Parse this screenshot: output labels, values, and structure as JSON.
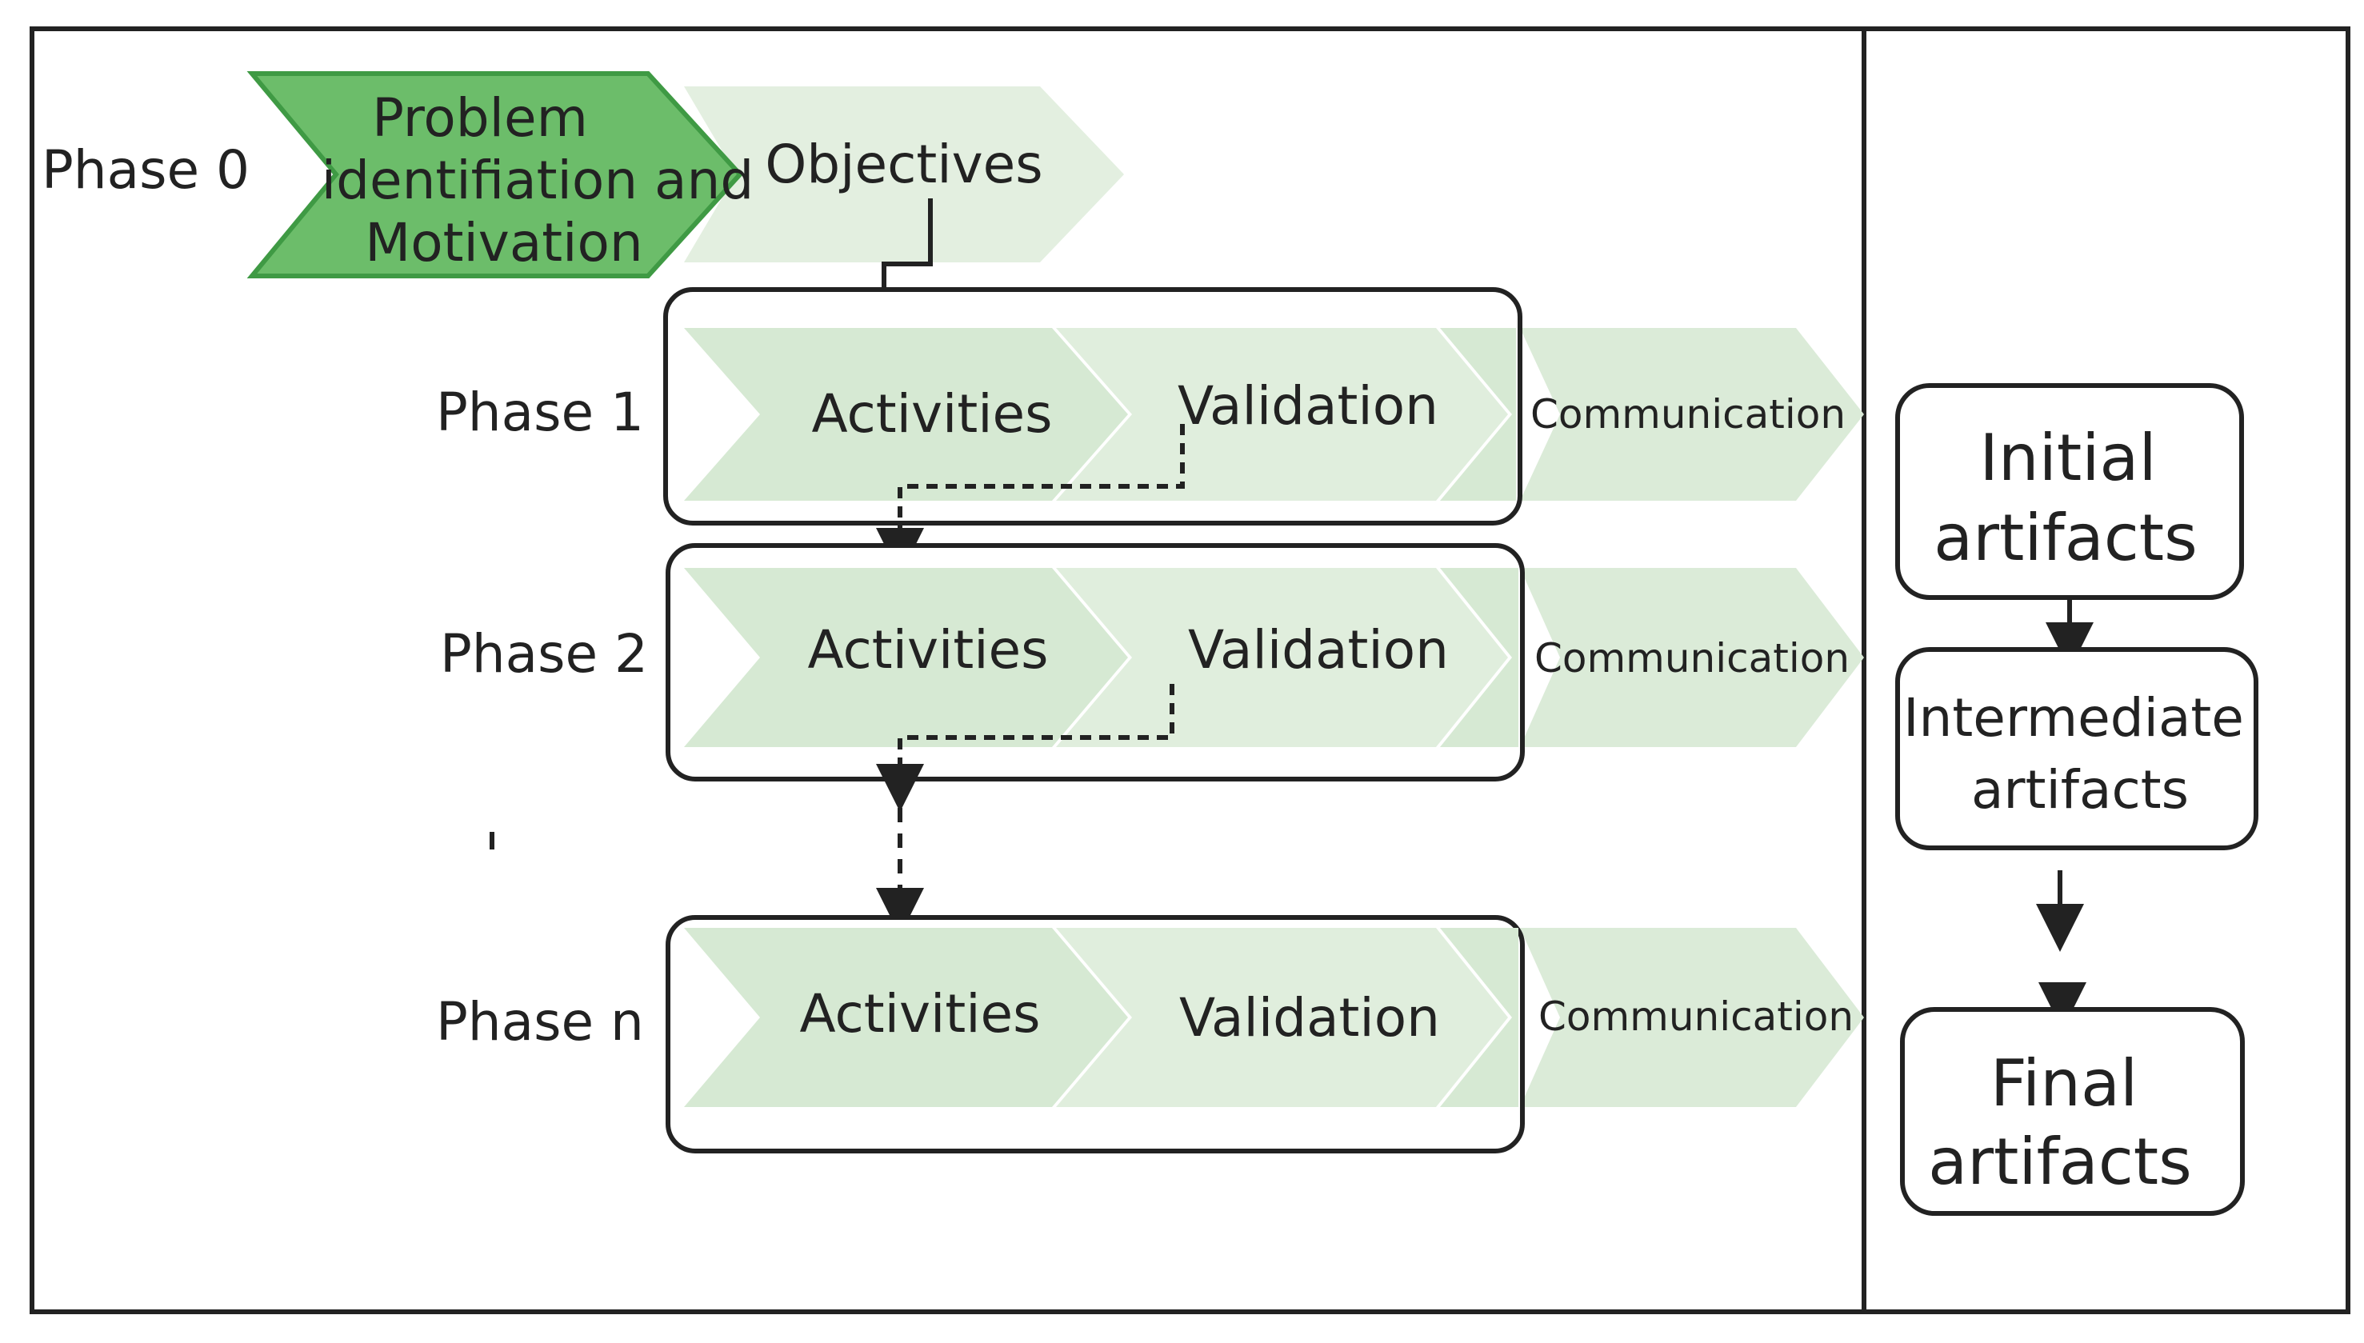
{
  "phase0": {
    "label": "Phase 0",
    "problem": [
      "Problem",
      "identifiation and",
      "Motivation"
    ],
    "objectives": "Objectives"
  },
  "phases": [
    {
      "label": "Phase 1",
      "activities": "Activities",
      "validation": "Validation",
      "communication": "Communication"
    },
    {
      "label": "Phase 2",
      "activities": "Activities",
      "validation": "Validation",
      "communication": "Communication"
    },
    {
      "label": "Phase n",
      "activities": "Activities",
      "validation": "Validation",
      "communication": "Communication"
    }
  ],
  "artifacts": {
    "initial": [
      "Initial",
      "artifacts"
    ],
    "intermediate": [
      "Intermediate",
      "artifacts"
    ],
    "final": [
      "Final",
      "artifacts"
    ]
  },
  "colors": {
    "problem_fill": "#6cbd6a",
    "problem_stroke": "#3f9a44",
    "light_fill": "#d6e9d3",
    "lighter_fill": "#e3efe0",
    "line": "#222222"
  }
}
